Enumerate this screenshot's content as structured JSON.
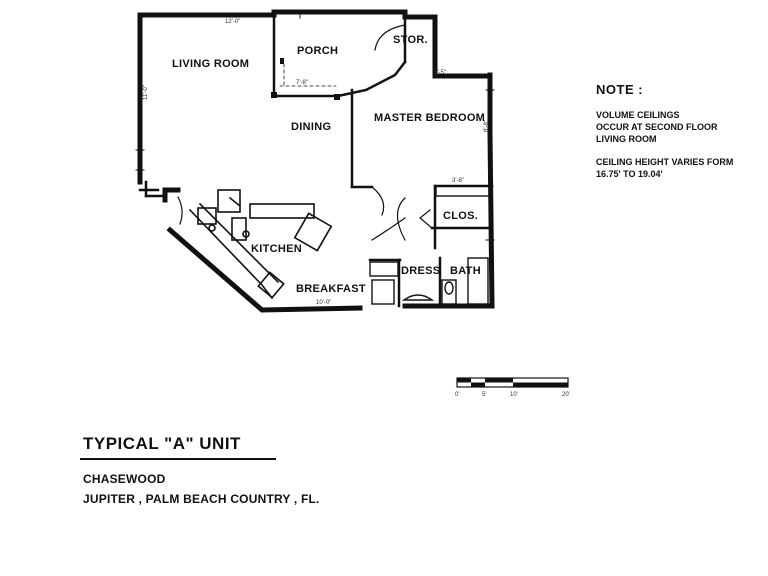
{
  "rooms": {
    "living_room": "LIVING ROOM",
    "porch": "PORCH",
    "storage": "STOR.",
    "dining": "DINING",
    "master_bedroom": "MASTER BEDROOM",
    "kitchen": "KITCHEN",
    "closet": "CLOS.",
    "dress": "DRESS",
    "bath": "BATH",
    "breakfast": "BREAKFAST"
  },
  "dimensions": {
    "living_w": "12'-0\"",
    "living_h": "11'-0\"",
    "porch_d": "7'-8\"",
    "stor": "5'-5\"",
    "bed_h": "8'-8\"",
    "clos": "3'-8\"",
    "bkfst": "10'-0\""
  },
  "note": {
    "title": "NOTE :",
    "line1": "VOLUME CEILINGS",
    "line2": "OCCUR AT SECOND FLOOR",
    "line3": "LIVING ROOM",
    "line4": "CEILING HEIGHT VARIES FORM",
    "line5": "16.75' TO 19.04'"
  },
  "scale": {
    "label_0": "0'",
    "label_5": "5'",
    "label_10": "10'",
    "label_20": "20'"
  },
  "title": {
    "unit": "TYPICAL \"A\" UNIT",
    "project": "CHASEWOOD",
    "location": "JUPITER , PALM BEACH COUNTRY , FL."
  }
}
